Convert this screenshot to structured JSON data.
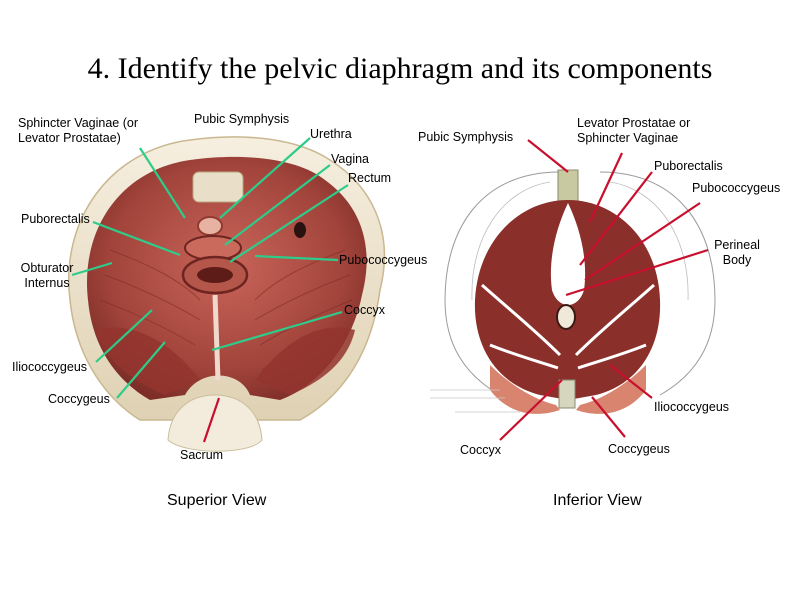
{
  "title": "4. Identify the pelvic diaphragm and its components",
  "superior": {
    "caption": "Superior View",
    "labels": {
      "sphincter_vaginae": "Sphincter Vaginae (or",
      "sphincter_vaginae_2": "Levator Prostatae)",
      "pubic_symphysis": "Pubic Symphysis",
      "urethra": "Urethra",
      "vagina": "Vagina",
      "rectum": "Rectum",
      "puborectalis": "Puborectalis",
      "obturator_internus": "Obturator",
      "obturator_internus_2": "Internus",
      "pubococcygeus": "Pubococcygeus",
      "coccyx": "Coccyx",
      "iliococcygeus": "Iliococcygeus",
      "coccygeus": "Coccygeus",
      "sacrum": "Sacrum"
    }
  },
  "inferior": {
    "caption": "Inferior View",
    "labels": {
      "pubic_symphysis": "Pubic Symphysis",
      "levator_prostatae": "Levator Prostatae or",
      "levator_prostatae_2": "Sphincter Vaginae",
      "puborectalis": "Puborectalis",
      "pubococcygeus": "Pubococcygeus",
      "perineal_body": "Perineal",
      "perineal_body_2": "Body",
      "iliococcygeus": "Iliococcygeus",
      "coccyx": "Coccyx",
      "coccygeus": "Coccygeus"
    }
  },
  "colors": {
    "superior_leader": "#2ecc8a",
    "inferior_leader": "#c8102e",
    "muscle": "#8a2f2a",
    "muscle_dark": "#6e2421",
    "muscle_light": "#d98a78",
    "bone": "#efe6d2"
  }
}
